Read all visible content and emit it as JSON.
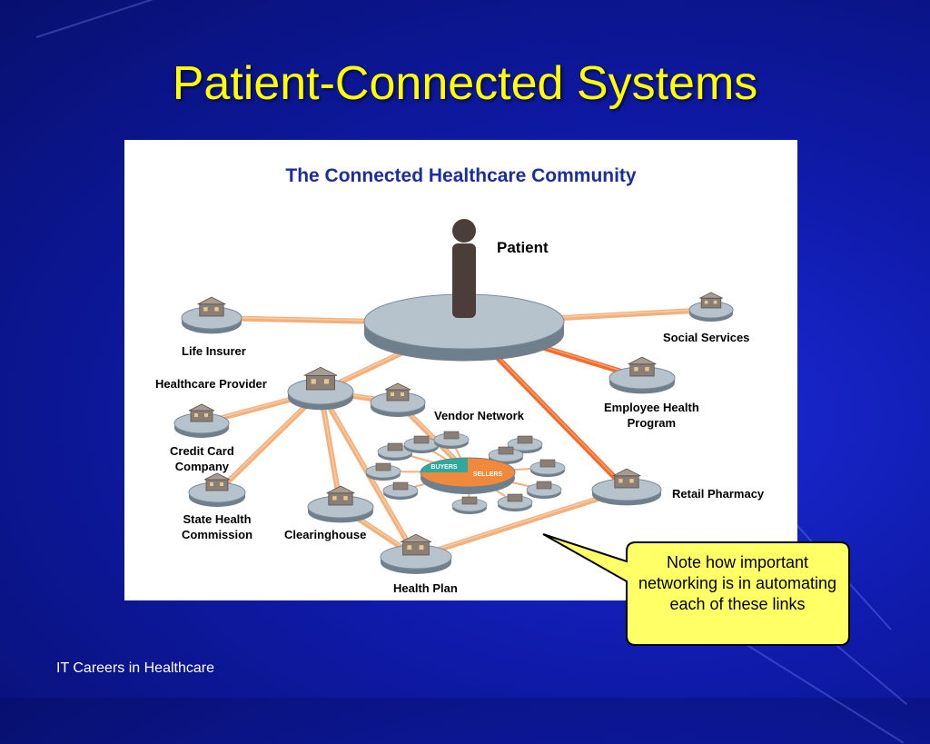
{
  "slide": {
    "title": "Patient-Connected Systems",
    "footer": "IT Careers in Healthcare"
  },
  "diagram": {
    "heading": "The Connected Healthcare Community",
    "nodes": {
      "patient": "Patient",
      "life_insurer": "Life Insurer",
      "healthcare_provider": "Healthcare Provider",
      "credit_card_company": "Credit Card\nCompany",
      "state_health_commission": "State Health\nCommission",
      "clearinghouse": "Clearinghouse",
      "health_plan": "Health Plan",
      "vendor_network": "Vendor Network",
      "employee_health_program": "Employee Health\nProgram",
      "retail_pharmacy": "Retail Pharmacy",
      "social_services": "Social Services"
    },
    "hub_labels": {
      "buyers": "BUYERS",
      "sellers": "SELLERS"
    },
    "colors": {
      "link": "#f3b07a",
      "link_strong": "#f26b2a",
      "disk_top": "#b7c3cc",
      "disk_side": "#6f7f8c",
      "building": "#8a7f76",
      "hub_teal": "#2fa99c",
      "hub_orange": "#f0893c"
    }
  },
  "callout": {
    "text": "Note how important networking is in automating each of these links",
    "fill": "#ffff66"
  }
}
